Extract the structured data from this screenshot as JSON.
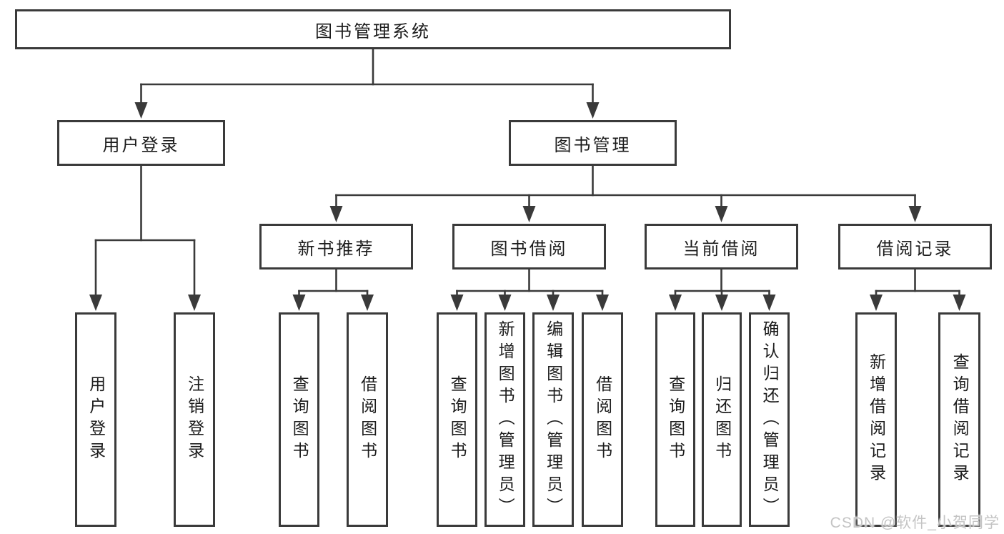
{
  "diagram": {
    "type": "hierarchy-tree",
    "title": "图书管理系统",
    "nodes": [
      {
        "id": "root",
        "label": "图书管理系统",
        "children": [
          "user-login",
          "book-mgmt"
        ]
      },
      {
        "id": "user-login",
        "label": "用户登录",
        "children": [
          "leaf-user-login",
          "leaf-logout"
        ]
      },
      {
        "id": "book-mgmt",
        "label": "图书管理",
        "children": [
          "new-book-rec",
          "book-borrow",
          "current-borrow",
          "borrow-record"
        ]
      },
      {
        "id": "new-book-rec",
        "label": "新书推荐",
        "children": [
          "leaf-query-books-1",
          "leaf-borrow-books-1"
        ]
      },
      {
        "id": "book-borrow",
        "label": "图书借阅",
        "children": [
          "leaf-query-books-2",
          "leaf-add-books",
          "leaf-edit-books",
          "leaf-borrow-books-2"
        ]
      },
      {
        "id": "current-borrow",
        "label": "当前借阅",
        "children": [
          "leaf-query-books-3",
          "leaf-return-books",
          "leaf-confirm-return"
        ]
      },
      {
        "id": "borrow-record",
        "label": "借阅记录",
        "children": [
          "leaf-add-record",
          "leaf-query-record"
        ]
      },
      {
        "id": "leaf-user-login",
        "label": "用户登录",
        "children": []
      },
      {
        "id": "leaf-logout",
        "label": "注销登录",
        "children": []
      },
      {
        "id": "leaf-query-books-1",
        "label": "查询图书",
        "children": []
      },
      {
        "id": "leaf-borrow-books-1",
        "label": "借阅图书",
        "children": []
      },
      {
        "id": "leaf-query-books-2",
        "label": "查询图书",
        "children": []
      },
      {
        "id": "leaf-add-books",
        "label": "新增图书（管理员）",
        "children": []
      },
      {
        "id": "leaf-edit-books",
        "label": "编辑图书（管理员）",
        "children": []
      },
      {
        "id": "leaf-borrow-books-2",
        "label": "借阅图书",
        "children": []
      },
      {
        "id": "leaf-query-books-3",
        "label": "查询图书",
        "children": []
      },
      {
        "id": "leaf-return-books",
        "label": "归还图书",
        "children": []
      },
      {
        "id": "leaf-confirm-return",
        "label": "确认归还（管理员）",
        "children": []
      },
      {
        "id": "leaf-add-record",
        "label": "新增借阅记录",
        "children": []
      },
      {
        "id": "leaf-query-record",
        "label": "查询借阅记录",
        "children": []
      }
    ]
  },
  "watermark": {
    "text": "CSDN @软件_小贺同学"
  },
  "colors": {
    "line": "#3a3a3a",
    "text": "#1c1c1c",
    "box_background": "#ffffff",
    "page_background": "#ffffff",
    "watermark": "#c4c4c4"
  }
}
